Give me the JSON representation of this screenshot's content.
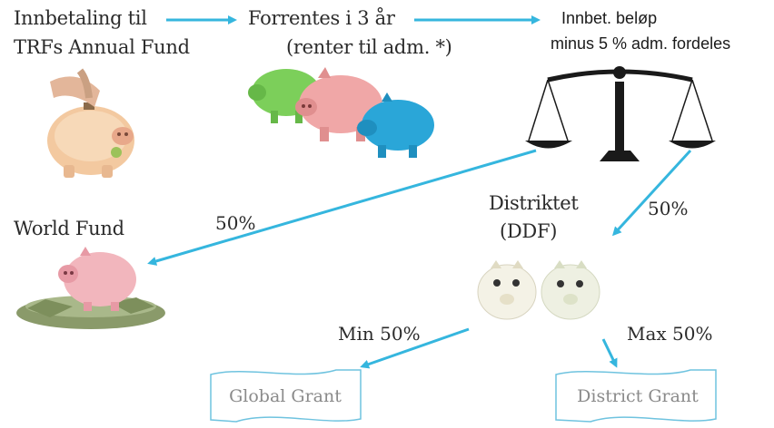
{
  "nodes": {
    "payment": {
      "line1": "Innbetaling til",
      "line2": "TRFs Annual Fund"
    },
    "interest": {
      "line1": "Forrentes i 3 år",
      "line2": "(renter til adm. *)"
    },
    "distribution": {
      "line1": "Innbet. beløp",
      "line2": "minus 5 % adm. fordeles"
    },
    "world_fund": {
      "label": "World Fund"
    },
    "district": {
      "line1": "Distriktet",
      "line2": "(DDF)"
    },
    "global_grant": {
      "label": "Global Grant"
    },
    "district_grant": {
      "label": "District Grant"
    }
  },
  "edges": {
    "to_world_fund": "50%",
    "to_district": "50%",
    "to_global_grant": "Min 50%",
    "to_district_grant": "Max 50%"
  },
  "colors": {
    "arrow": "#35b6de",
    "grant_border": "#6fc3df",
    "piggy_pink": "#f0a7a7",
    "piggy_green": "#7ccf5a",
    "piggy_blue": "#2aa6d8",
    "scale_black": "#1a1a1a"
  },
  "icons": [
    "piggy-bank-coin-icon",
    "piggy-banks-group-icon",
    "balance-scale-icon",
    "piggy-bank-money-icon",
    "twin-piggy-banks-icon"
  ]
}
